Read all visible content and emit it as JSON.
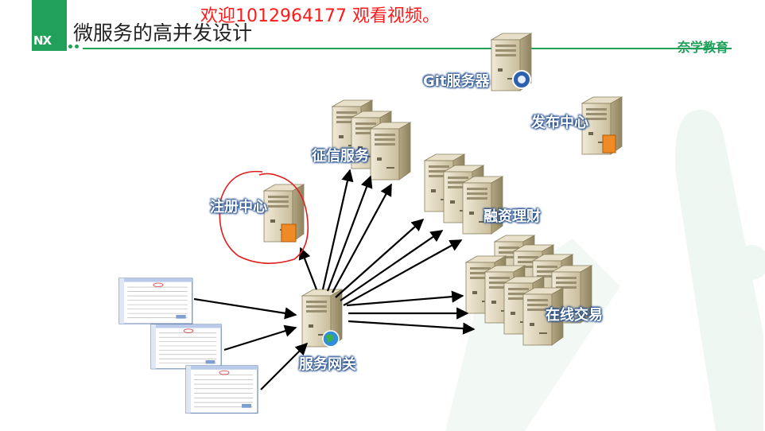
{
  "header": {
    "title": "微服务的高并发设计",
    "logo_text": "NX",
    "brand": "奈学教育"
  },
  "watermark": "欢迎1012964177 观看视频。",
  "nodes": {
    "git": "Git服务器",
    "release": "发布中心",
    "credit": "征信服务",
    "registry": "注册中心",
    "finance": "融资理财",
    "trade": "在线交易",
    "gateway": "服务网关"
  },
  "colors": {
    "brand_green": "#21a05a",
    "watermark_red": "#ff1a1a",
    "annotation_red": "#e02020",
    "server_beige": "#d9ceb0",
    "arrow": "#000000"
  }
}
